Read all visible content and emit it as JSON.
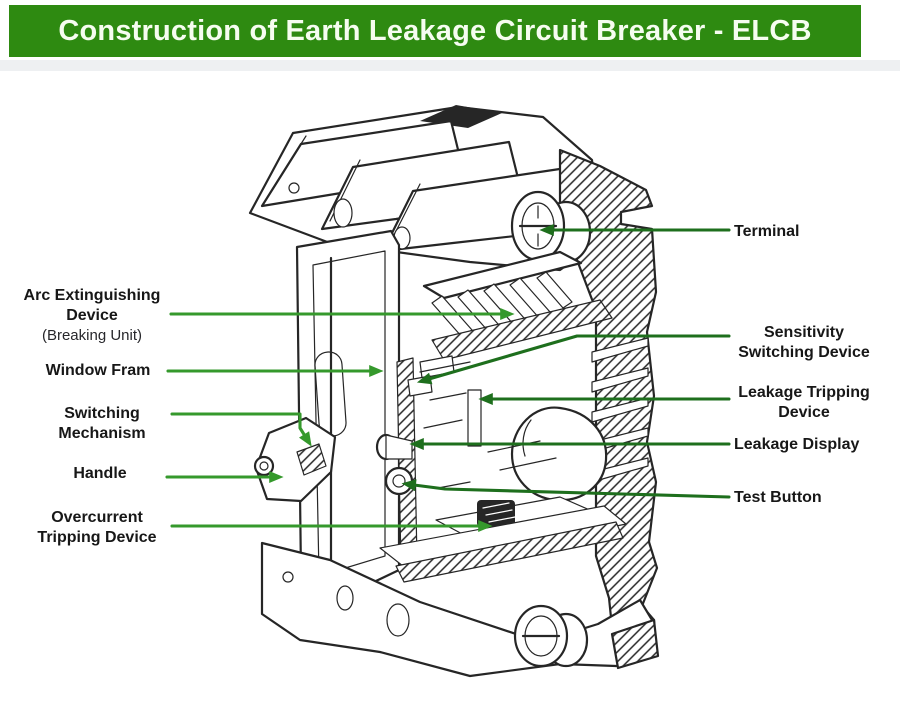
{
  "banner": {
    "title": "Construction of Earth Leakage Circuit Breaker - ELCB"
  },
  "colors": {
    "banner_bg": "#2e8a11",
    "banner_text": "#f6fdf0",
    "label_text": "#171717",
    "arrow_left": "#35992c",
    "arrow_right": "#1e6f1d",
    "drawing_ink": "#262626",
    "divider": "#eef0f2",
    "page_bg": "#ffffff"
  },
  "diagram": {
    "description": "Cutaway engineering drawing of a molded-case earth leakage circuit breaker with labeled internal parts",
    "left_labels": [
      {
        "line1": "Arc Extinguishing",
        "line2": "Device",
        "note": "(Breaking Unit)"
      },
      {
        "line1": "Window Fram"
      },
      {
        "line1": "Switching",
        "line2": "Mechanism"
      },
      {
        "line1": "Handle"
      },
      {
        "line1": "Overcurrent",
        "line2": "Tripping Device"
      }
    ],
    "right_labels": [
      {
        "line1": "Terminal"
      },
      {
        "line1": "Sensitivity",
        "line2": "Switching Device"
      },
      {
        "line1": "Leakage Tripping",
        "line2": "Device"
      },
      {
        "line1": "Leakage Display"
      },
      {
        "line1": "Test Button"
      }
    ]
  }
}
